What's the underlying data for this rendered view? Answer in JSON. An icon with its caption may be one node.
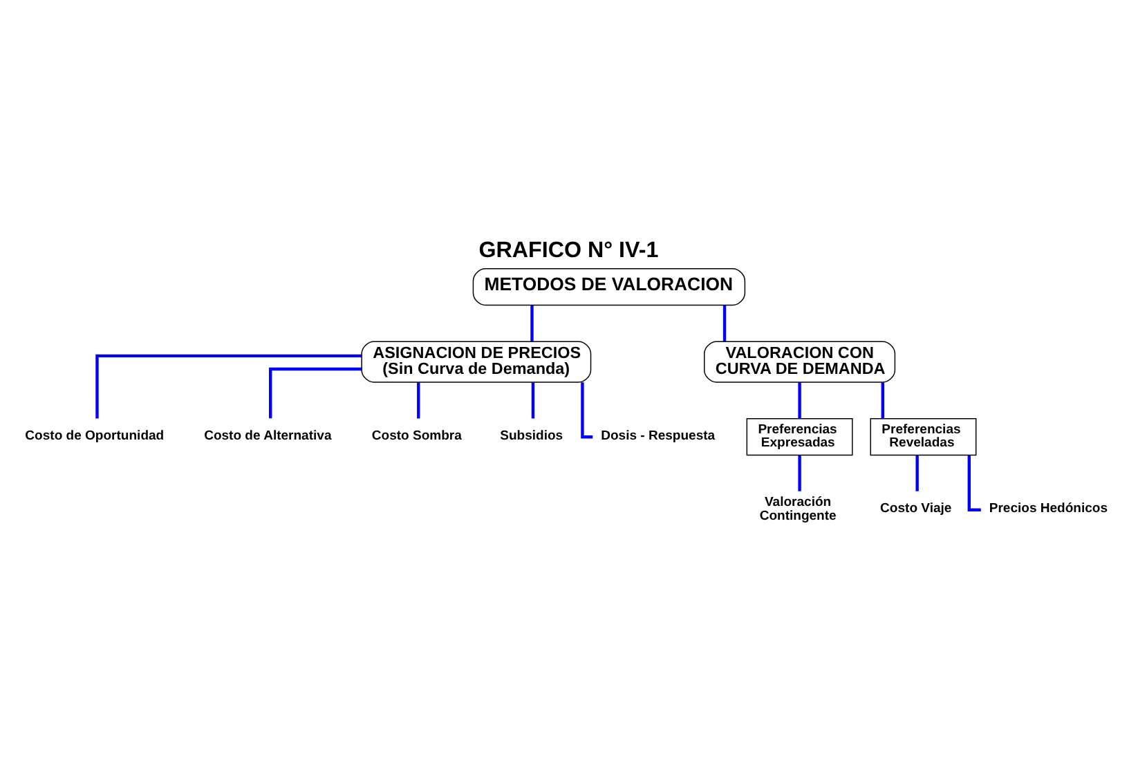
{
  "diagram": {
    "title": "GRAFICO N° IV-1",
    "nodes": [
      {
        "text": [
          "METODOS DE VALORACION"
        ]
      },
      {
        "text": [
          "ASIGNACION DE PRECIOS (Sin Curva de Demanda)"
        ]
      },
      {
        "text": [
          "VALORACION CON CURVA DE DEMANDA"
        ]
      },
      {
        "text": [
          "Costo de Oportunidad"
        ]
      },
      {
        "text": [
          "Costo de Alternativa"
        ]
      },
      {
        "text": [
          "Costo Sombra"
        ]
      },
      {
        "text": [
          "Subsidios"
        ]
      },
      {
        "text": [
          "Dosis - Respuesta"
        ]
      },
      {
        "text": [
          "Preferencias Expresadas"
        ]
      },
      {
        "text": [
          "Valoración Contingente"
        ]
      },
      {
        "text": [
          "Preferencias Reveladas"
        ]
      },
      {
        "text": [
          "Costo Viaje"
        ]
      },
      {
        "text": [
          "Precios Hedónicos"
        ]
      }
    ],
    "edges": [
      {
        "from": 0,
        "to": 1,
        "arrow": "none"
      },
      {
        "from": 0,
        "to": 2,
        "arrow": "none"
      },
      {
        "from": 1,
        "to": 3,
        "arrow": "none"
      },
      {
        "from": 1,
        "to": 4,
        "arrow": "none"
      },
      {
        "from": 1,
        "to": 5,
        "arrow": "none"
      },
      {
        "from": 1,
        "to": 6,
        "arrow": "none"
      },
      {
        "from": 1,
        "to": 7,
        "arrow": "none"
      },
      {
        "from": 2,
        "to": 8,
        "arrow": "none"
      },
      {
        "from": 2,
        "to": 10,
        "arrow": "none"
      },
      {
        "from": 8,
        "to": 9,
        "arrow": "none"
      },
      {
        "from": 10,
        "to": 11,
        "arrow": "none"
      },
      {
        "from": 10,
        "to": 12,
        "arrow": "none"
      }
    ]
  }
}
